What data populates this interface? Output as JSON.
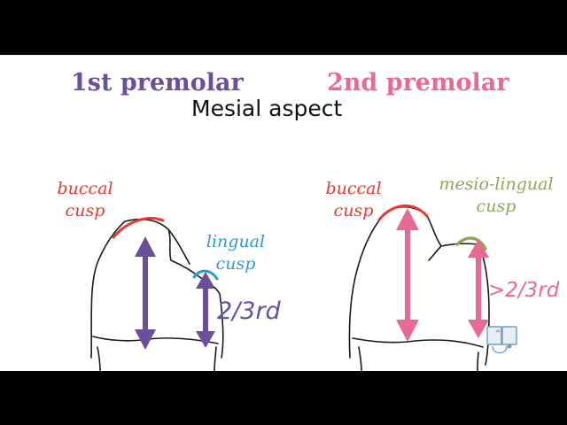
{
  "titles": {
    "first_premolar": "1st premolar",
    "second_premolar": "2nd premolar",
    "aspect": "Mesial aspect"
  },
  "first_premolar_labels": {
    "buccal_cusp": "buccal\ncusp",
    "lingual_cusp": "lingual\ncusp",
    "ratio": "2/3rd"
  },
  "second_premolar_labels": {
    "buccal_cusp": "buccal\ncusp",
    "mesio_lingual_cusp": "mesio-lingual\ncusp",
    "ratio": ">2/3rd"
  },
  "colors": {
    "first_premolar": "#6a4f9b",
    "second_premolar": "#e86a93",
    "buccal_cusp_highlight": "#e8392f",
    "lingual_cusp_highlight": "#2e9bd6",
    "mesio_lingual_highlight": "#8aa85a",
    "outline": "#1a1a1a"
  },
  "icons": [
    "book-stethoscope-logo-icon"
  ]
}
